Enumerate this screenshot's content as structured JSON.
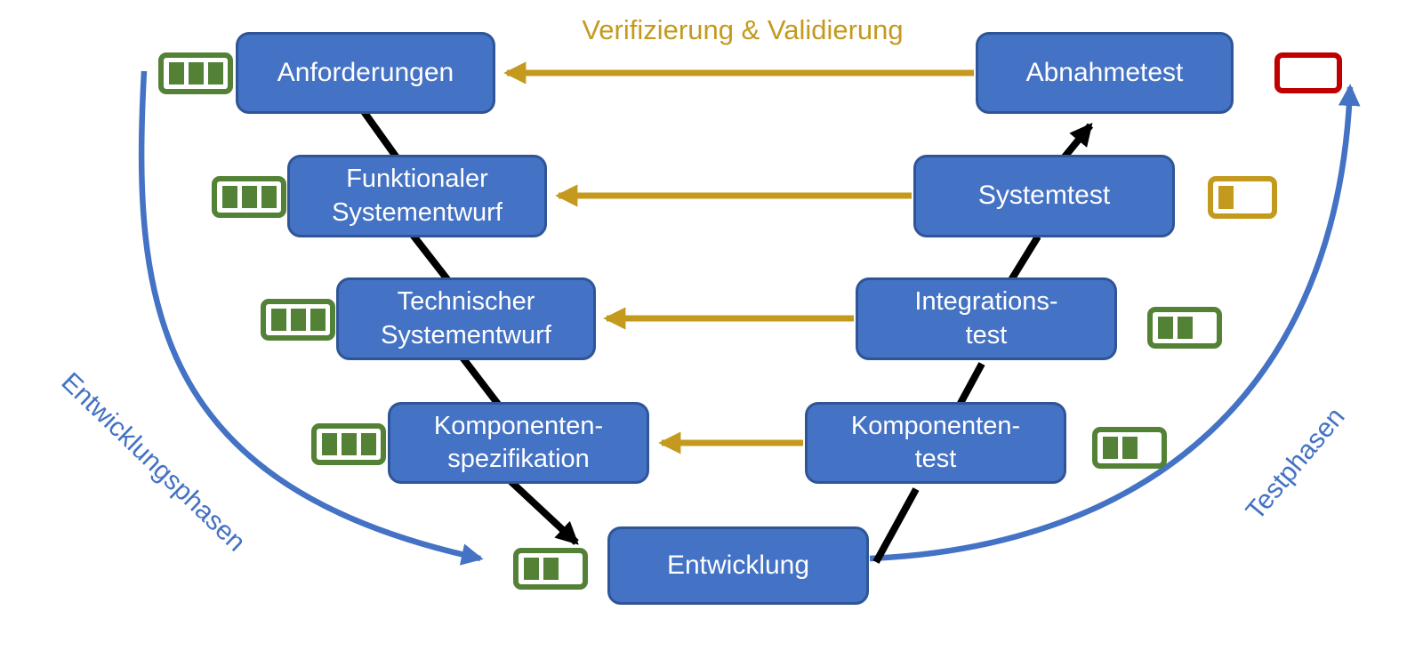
{
  "title": {
    "label": "Verifizierung & Validierung"
  },
  "curve_labels": {
    "left": "Entwicklungsphasen",
    "right": "Testphasen"
  },
  "colors": {
    "box_blue": "#4472C4",
    "box_border": "#2F5597",
    "gold": "#C49A1E",
    "green": "#538135",
    "red": "#C00000",
    "black": "#000000",
    "curve_blue": "#4472C4",
    "text_white": "#FFFFFF"
  },
  "nodes": [
    {
      "id": "anforderungen",
      "lines": [
        "Anforderungen"
      ],
      "indicator": {
        "color_name": "green",
        "filled": 3,
        "slots": 3,
        "side": "left"
      }
    },
    {
      "id": "funktionaler-systementwurf",
      "lines": [
        "Funktionaler",
        "Systementwurf"
      ],
      "indicator": {
        "color_name": "green",
        "filled": 3,
        "slots": 3,
        "side": "left"
      }
    },
    {
      "id": "technischer-systementwurf",
      "lines": [
        "Technischer",
        "Systementwurf"
      ],
      "indicator": {
        "color_name": "green",
        "filled": 3,
        "slots": 3,
        "side": "left"
      }
    },
    {
      "id": "komponenten-spezifikation",
      "lines": [
        "Komponenten-",
        "spezifikation"
      ],
      "indicator": {
        "color_name": "green",
        "filled": 3,
        "slots": 3,
        "side": "left"
      }
    },
    {
      "id": "entwicklung",
      "lines": [
        "Entwicklung"
      ],
      "indicator": {
        "color_name": "green",
        "filled": 2,
        "slots": 3,
        "side": "left"
      }
    },
    {
      "id": "komponenten-test",
      "lines": [
        "Komponenten-",
        "test"
      ],
      "indicator": {
        "color_name": "green",
        "filled": 2,
        "slots": 3,
        "side": "right"
      }
    },
    {
      "id": "integrations-test",
      "lines": [
        "Integrations-",
        "test"
      ],
      "indicator": {
        "color_name": "green",
        "filled": 2,
        "slots": 3,
        "side": "right"
      }
    },
    {
      "id": "systemtest",
      "lines": [
        "Systemtest"
      ],
      "indicator": {
        "color_name": "gold",
        "filled": 1,
        "slots": 3,
        "side": "right"
      }
    },
    {
      "id": "abnahmetest",
      "lines": [
        "Abnahmetest"
      ],
      "indicator": {
        "color_name": "red",
        "filled": 0,
        "slots": 3,
        "side": "right"
      }
    }
  ]
}
